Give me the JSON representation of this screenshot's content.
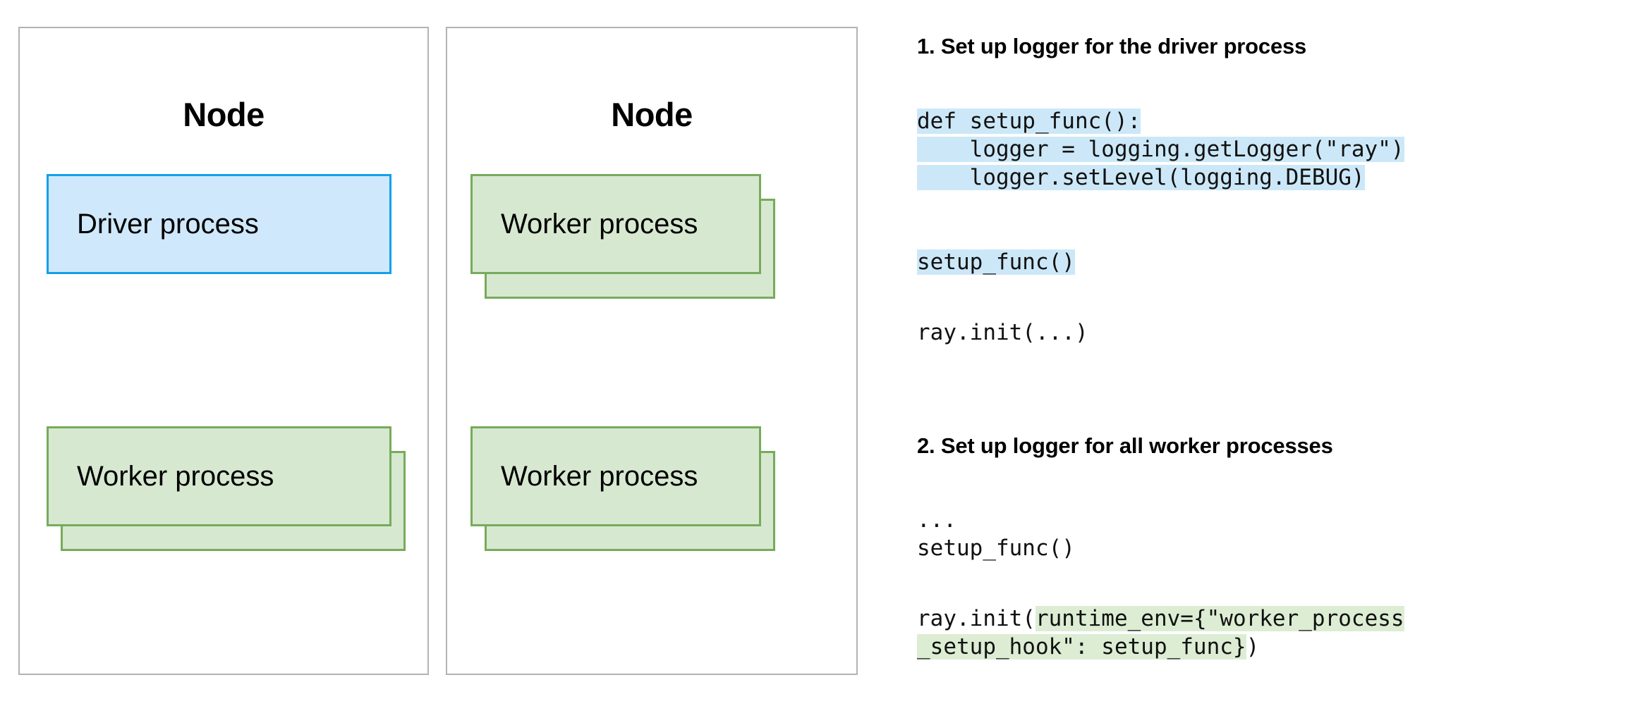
{
  "diagram": {
    "nodes": [
      {
        "title": "Node",
        "boxes": [
          {
            "label": "Driver process",
            "kind": "driver",
            "stacked": false
          },
          {
            "label": "Worker process",
            "kind": "worker",
            "stacked": true
          }
        ]
      },
      {
        "title": "Node",
        "boxes": [
          {
            "label": "Worker process",
            "kind": "worker",
            "stacked": true
          },
          {
            "label": "Worker process",
            "kind": "worker",
            "stacked": true
          }
        ]
      }
    ],
    "colors": {
      "panel_border": "#b3b3b3",
      "driver_fill": "#cfe8fb",
      "driver_border": "#12a0e8",
      "worker_fill": "#d7e8d0",
      "worker_border": "#76ab5b"
    }
  },
  "steps": [
    {
      "heading": "1. Set up logger for the driver process",
      "code_lines": [
        {
          "segments": [
            {
              "text": "def setup_func():",
              "highlight": "blue"
            }
          ]
        },
        {
          "segments": [
            {
              "text": "    logger = logging.getLogger(\"ray\")",
              "highlight": "blue"
            }
          ]
        },
        {
          "segments": [
            {
              "text": "    logger.setLevel(logging.DEBUG)",
              "highlight": "blue"
            }
          ]
        },
        {
          "segments": [
            {
              "text": "",
              "highlight": "none"
            }
          ]
        },
        {
          "segments": [
            {
              "text": "setup_func()",
              "highlight": "blue"
            }
          ]
        },
        {
          "segments": [
            {
              "text": "",
              "highlight": "none"
            }
          ]
        },
        {
          "segments": [
            {
              "text": "ray.init(...)",
              "highlight": "none"
            }
          ]
        }
      ]
    },
    {
      "heading": "2. Set up logger for all worker processes",
      "code_lines": [
        {
          "segments": [
            {
              "text": "...",
              "highlight": "none"
            }
          ]
        },
        {
          "segments": [
            {
              "text": "setup_func()",
              "highlight": "none"
            }
          ]
        },
        {
          "segments": [
            {
              "text": "",
              "highlight": "none"
            }
          ]
        },
        {
          "segments": [
            {
              "text": "ray.init(",
              "highlight": "none"
            },
            {
              "text": "runtime_env={\"worker_process",
              "highlight": "green"
            }
          ]
        },
        {
          "segments": [
            {
              "text": "_setup_hook\": setup_func}",
              "highlight": "green"
            },
            {
              "text": ")",
              "highlight": "none"
            }
          ]
        }
      ]
    }
  ],
  "code_colors": {
    "highlight_blue": "#cce8f8",
    "highlight_green": "#dcedd3"
  }
}
